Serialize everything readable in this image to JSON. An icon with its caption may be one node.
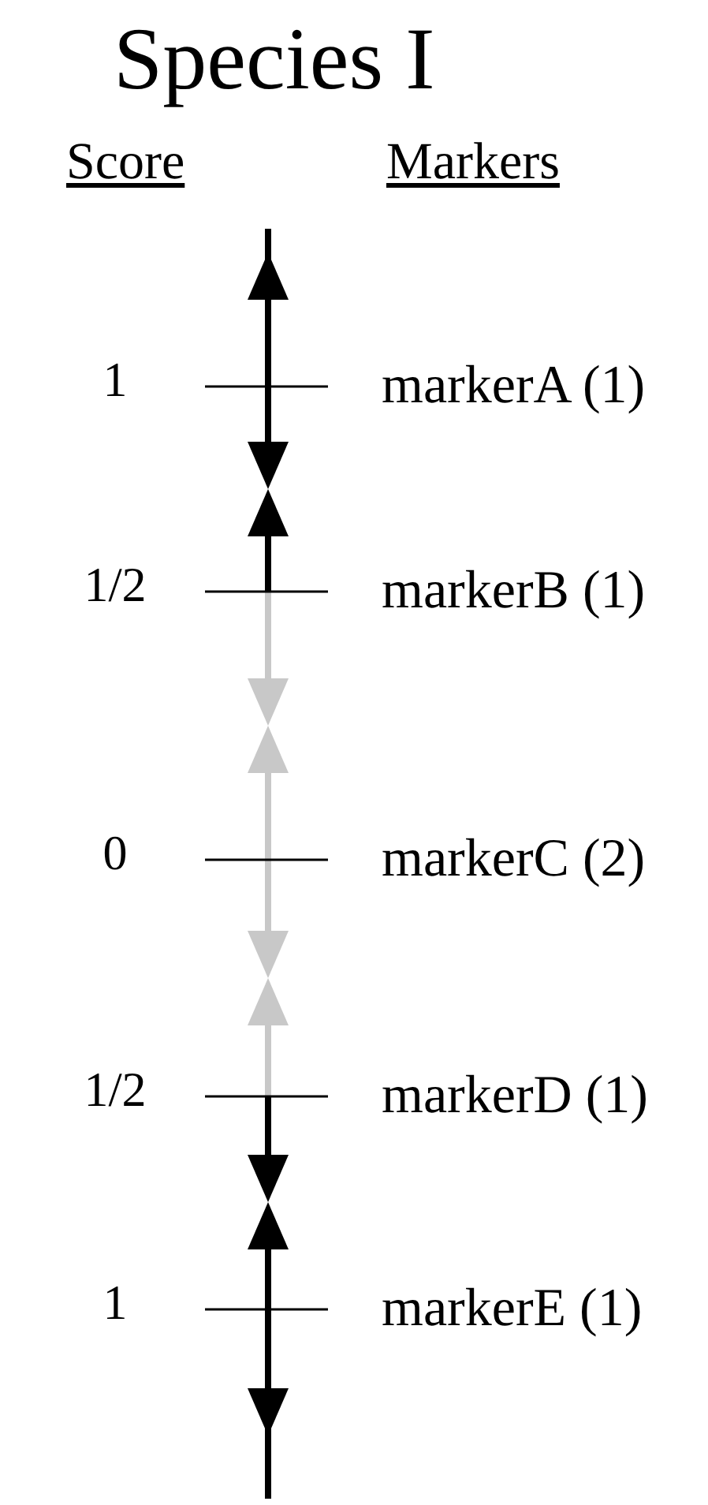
{
  "diagram": {
    "title": "Species I",
    "nodes": [
      {
        "text": [
          "markerA (1)"
        ],
        "beside": [
          "1"
        ]
      },
      {
        "text": [
          "markerB (1)"
        ],
        "beside": [
          "1/2"
        ]
      },
      {
        "text": [
          "markerC (2)"
        ],
        "beside": [
          "0"
        ]
      },
      {
        "text": [
          "markerD (1)"
        ],
        "beside": [
          "1/2"
        ]
      },
      {
        "text": [
          "markerE (1)"
        ],
        "beside": [
          "1"
        ]
      }
    ],
    "edges": [
      {
        "from": 0,
        "to": null,
        "arrow": "to"
      },
      {
        "from": 0,
        "to": null,
        "arrow": "to"
      },
      {
        "from": 1,
        "to": null,
        "arrow": "to"
      },
      {
        "from": 1,
        "to": null,
        "arrow": "to",
        "color": "#c8c8c8"
      },
      {
        "from": 2,
        "to": null,
        "arrow": "to",
        "color": "#c8c8c8"
      },
      {
        "from": 2,
        "to": null,
        "arrow": "to",
        "color": "#c8c8c8"
      },
      {
        "from": 3,
        "to": null,
        "arrow": "to",
        "color": "#c8c8c8"
      },
      {
        "from": 3,
        "to": null,
        "arrow": "to"
      },
      {
        "from": 4,
        "to": null,
        "arrow": "to"
      },
      {
        "from": 4,
        "to": null,
        "arrow": "to"
      }
    ],
    "labels": [
      "Score",
      "Markers"
    ]
  }
}
